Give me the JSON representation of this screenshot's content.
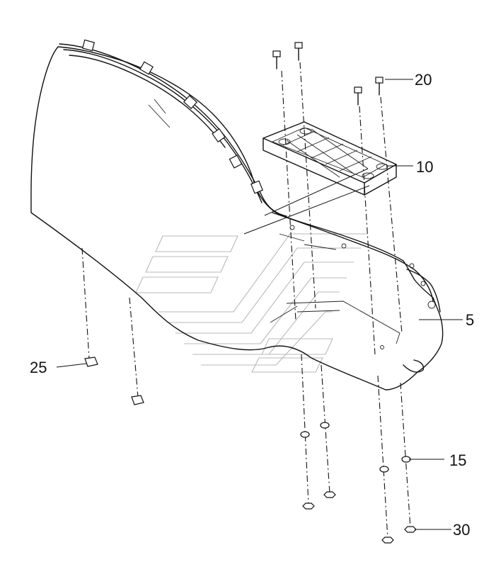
{
  "diagram": {
    "callouts": [
      {
        "id": "c5",
        "label": "5"
      },
      {
        "id": "c10",
        "label": "10"
      },
      {
        "id": "c15",
        "label": "15"
      },
      {
        "id": "c20",
        "label": "20"
      },
      {
        "id": "c25",
        "label": "25"
      },
      {
        "id": "c30",
        "label": "30"
      }
    ]
  },
  "colors": {
    "line": "#111111",
    "watermark": "#b9b9b9",
    "background": "#ffffff"
  }
}
